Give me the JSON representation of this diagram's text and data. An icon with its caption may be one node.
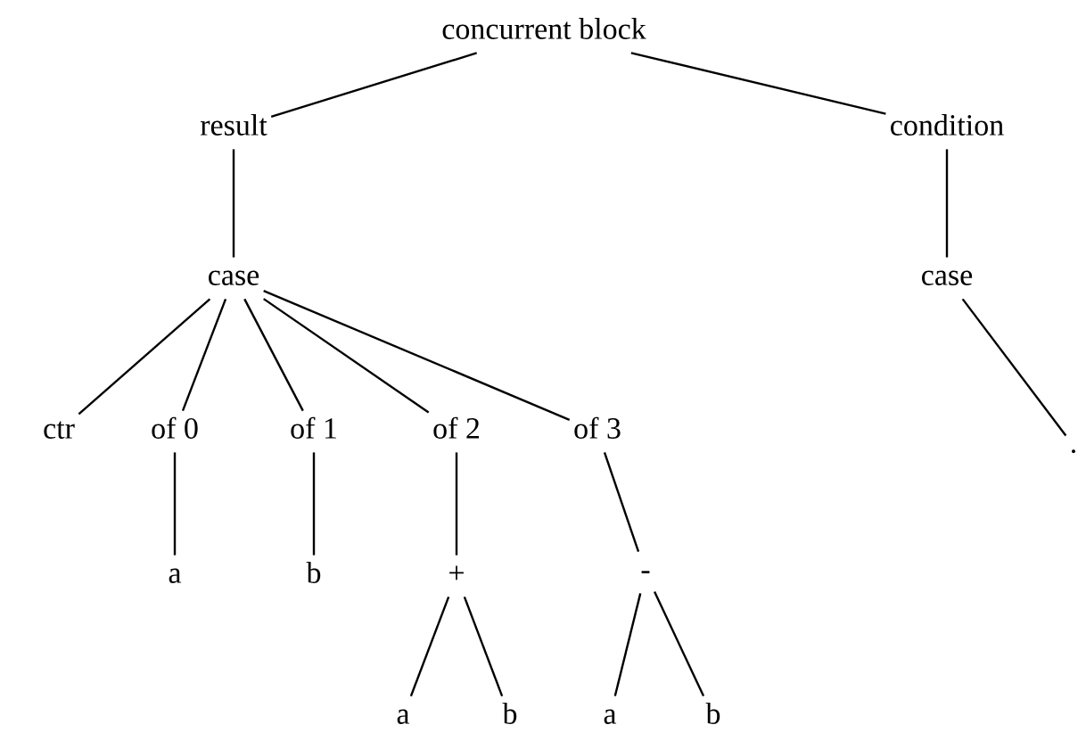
{
  "diagram": {
    "nodes": [
      {
        "text": [
          "concurrent block"
        ]
      },
      {
        "text": [
          "result"
        ]
      },
      {
        "text": [
          "condition"
        ]
      },
      {
        "text": [
          "case"
        ]
      },
      {
        "text": [
          "case"
        ]
      },
      {
        "text": [
          "ctr"
        ]
      },
      {
        "text": [
          "of 0"
        ]
      },
      {
        "text": [
          "of 1"
        ]
      },
      {
        "text": [
          "of 2"
        ]
      },
      {
        "text": [
          "of 3"
        ]
      },
      {
        "text": [
          "a"
        ]
      },
      {
        "text": [
          "b"
        ]
      },
      {
        "text": [
          "+"
        ]
      },
      {
        "text": [
          "-"
        ]
      },
      {
        "text": [
          "a"
        ]
      },
      {
        "text": [
          "b"
        ]
      },
      {
        "text": [
          "a"
        ]
      },
      {
        "text": [
          "b"
        ]
      },
      {
        "text": [
          "."
        ]
      }
    ],
    "edges": [
      {
        "from": 0,
        "to": 1,
        "arrow": "none"
      },
      {
        "from": 0,
        "to": 2,
        "arrow": "none"
      },
      {
        "from": 1,
        "to": 3,
        "arrow": "none"
      },
      {
        "from": 2,
        "to": 4,
        "arrow": "none"
      },
      {
        "from": 3,
        "to": 5,
        "arrow": "none"
      },
      {
        "from": 3,
        "to": 6,
        "arrow": "none"
      },
      {
        "from": 3,
        "to": 7,
        "arrow": "none"
      },
      {
        "from": 3,
        "to": 8,
        "arrow": "none"
      },
      {
        "from": 3,
        "to": 9,
        "arrow": "none"
      },
      {
        "from": 4,
        "to": 18,
        "arrow": "none"
      },
      {
        "from": 6,
        "to": 10,
        "arrow": "none"
      },
      {
        "from": 7,
        "to": 11,
        "arrow": "none"
      },
      {
        "from": 8,
        "to": 12,
        "arrow": "none"
      },
      {
        "from": 9,
        "to": 13,
        "arrow": "none"
      },
      {
        "from": 12,
        "to": 14,
        "arrow": "none"
      },
      {
        "from": 12,
        "to": 15,
        "arrow": "none"
      },
      {
        "from": 13,
        "to": 16,
        "arrow": "none"
      },
      {
        "from": 13,
        "to": 17,
        "arrow": "none"
      }
    ]
  }
}
